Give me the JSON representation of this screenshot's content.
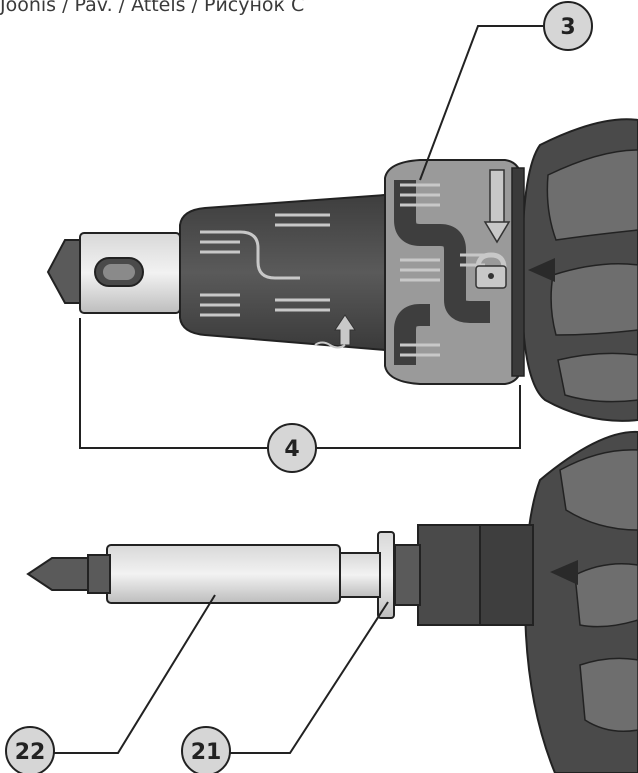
{
  "caption": "Joonis / Pav. / Attēls / Рисунок C",
  "callouts": [
    {
      "id": "c3",
      "label": "3"
    },
    {
      "id": "c4",
      "label": "4"
    },
    {
      "id": "c21",
      "label": "21"
    },
    {
      "id": "c22",
      "label": "22"
    }
  ],
  "colors": {
    "body_dark": "#4a4a4a",
    "body_mid": "#6e6e6e",
    "collar_gray": "#9a9a9a",
    "rib_light": "#c8c8c8",
    "line": "#222222",
    "callout_fill": "#d6d6d6"
  },
  "icons": [
    "arrow-down-icon",
    "lock-icon",
    "drill-mode-icon"
  ]
}
